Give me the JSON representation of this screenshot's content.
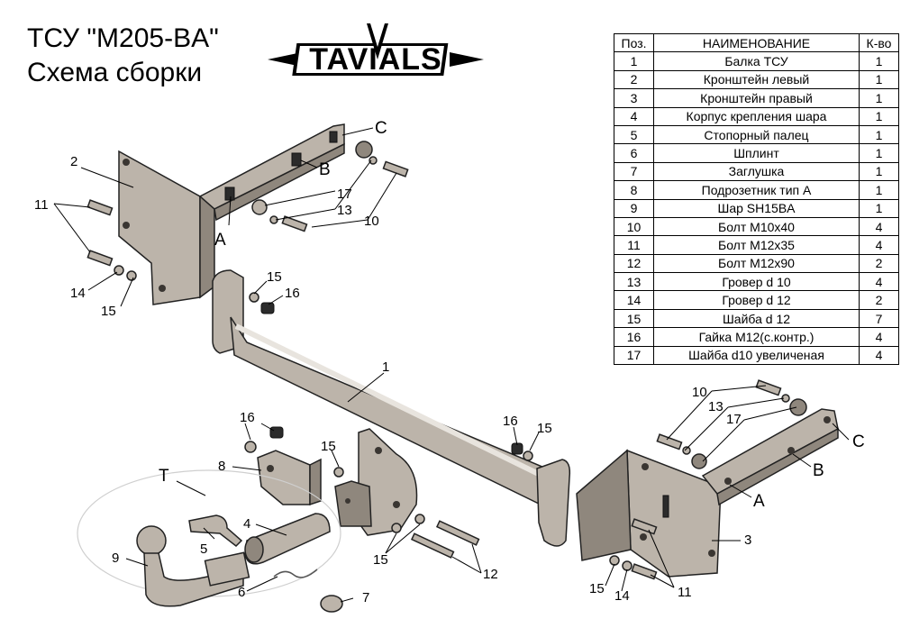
{
  "title": {
    "line1": "ТСУ  \"M205-BA\"",
    "line2": "Схема сборки"
  },
  "logo": {
    "text": "TAVIALS"
  },
  "parts_table": {
    "headers": [
      "Поз.",
      "НАИМЕНОВАНИЕ",
      "К-во"
    ],
    "rows": [
      [
        "1",
        "Балка ТСУ",
        "1"
      ],
      [
        "2",
        "Кронштейн левый",
        "1"
      ],
      [
        "3",
        "Кронштейн правый",
        "1"
      ],
      [
        "4",
        "Корпус крепления шара",
        "1"
      ],
      [
        "5",
        "Стопорный палец",
        "1"
      ],
      [
        "6",
        "Шплинт",
        "1"
      ],
      [
        "7",
        "Заглушка",
        "1"
      ],
      [
        "8",
        "Подрозетник тип А",
        "1"
      ],
      [
        "9",
        "Шар SH15BA",
        "1"
      ],
      [
        "10",
        "Болт M10x40",
        "4"
      ],
      [
        "11",
        "Болт M12x35",
        "4"
      ],
      [
        "12",
        "Болт M12x90",
        "2"
      ],
      [
        "13",
        "Гровер d 10",
        "4"
      ],
      [
        "14",
        "Гровер d 12",
        "2"
      ],
      [
        "15",
        "Шайба d 12",
        "7"
      ],
      [
        "16",
        "Гайка M12(с.контр.)",
        "4"
      ],
      [
        "17",
        "Шайба d10 увеличеная",
        "4"
      ]
    ]
  },
  "diagram_labels": {
    "p1": "1",
    "p2": "2",
    "p3": "3",
    "p4": "4",
    "p5": "5",
    "p6": "6",
    "p7": "7",
    "p8": "8",
    "p9": "9",
    "p10_left": "10",
    "p10_right": "10",
    "p11_left": "11",
    "p11_right": "11",
    "p12": "12",
    "p13_left": "13",
    "p13_right": "13",
    "p14_left": "14",
    "p14_right": "14",
    "p15_left_a": "15",
    "p15_left_b": "15",
    "p15_mid_a": "15",
    "p15_mid_b": "15",
    "p15_bottom": "15",
    "p15_right": "15",
    "p16_left": "16",
    "p16_mid": "16",
    "p16_right": "16",
    "p17_left": "17",
    "p17_right": "17",
    "A_left": "A",
    "B_left": "B",
    "C_left": "C",
    "A_right": "A",
    "B_right": "B",
    "C_right": "C",
    "T": "T"
  }
}
